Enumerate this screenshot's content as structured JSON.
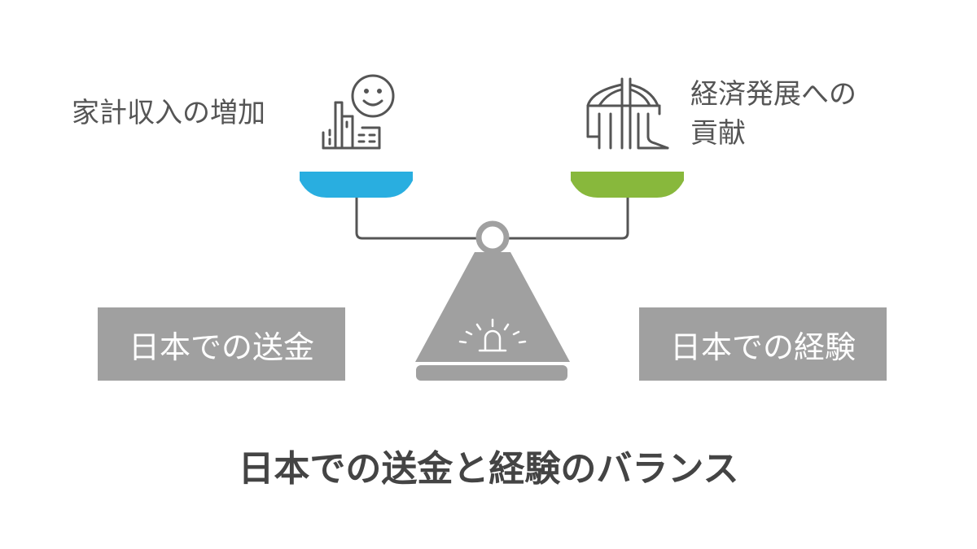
{
  "diagram": {
    "title": "日本での送金と経験のバランス",
    "left_box": "日本での送金",
    "right_box": "日本での経験",
    "left_label": "家計収入の増加",
    "right_label_line1": "経済発展への",
    "right_label_line2": "貢献",
    "left_icon": "household-happy-face-icon",
    "right_icon": "bridge-icon",
    "base_icon": "warning-light-icon",
    "colors": {
      "left_pan": "#29aee0",
      "right_pan": "#88b83c",
      "beam": "#555555",
      "fulcrum": "#a0a0a0",
      "box": "#a0a0a0",
      "text": "#555555"
    }
  }
}
